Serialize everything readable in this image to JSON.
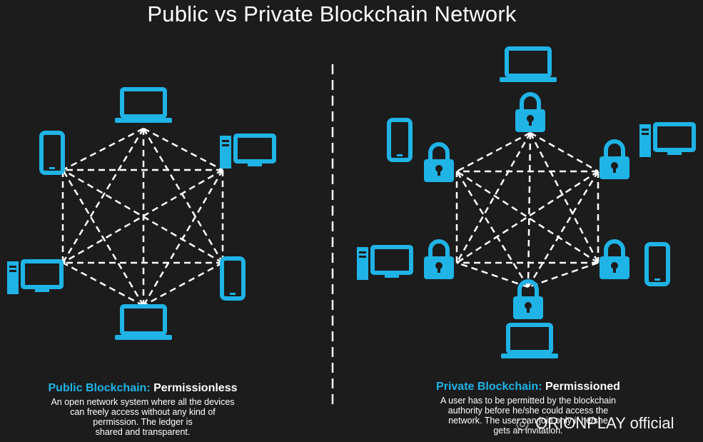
{
  "title": "Public vs Private Blockchain Network",
  "colors": {
    "accent": "#1fb3e6",
    "background": "#1c1c1c",
    "lines": "#ffffff"
  },
  "public": {
    "heading_accent": "Public Blockchain:",
    "heading_rest": "Permissionless",
    "description": [
      "An open network system where all the devices",
      "can freely access without any kind of",
      "permission. The ledger is",
      "shared and transparent."
    ],
    "nodes": [
      "laptop-icon",
      "desktop-icon",
      "phone-icon",
      "laptop-icon",
      "desktop-icon",
      "phone-icon"
    ]
  },
  "private": {
    "heading_accent": "Private Blockchain:",
    "heading_rest": "Permissioned",
    "description": [
      "A user has to be permitted by the blockchain",
      "authority before he/she could access the",
      "network. The user can join only if he/she",
      "gets an invitation."
    ],
    "locks": [
      "lock-icon",
      "lock-icon",
      "lock-icon",
      "lock-icon",
      "lock-icon",
      "lock-icon"
    ],
    "devices": [
      "laptop-icon",
      "desktop-icon",
      "phone-icon",
      "laptop-icon",
      "desktop-icon",
      "phone-icon"
    ]
  },
  "watermark": "ORIONPLAY official"
}
